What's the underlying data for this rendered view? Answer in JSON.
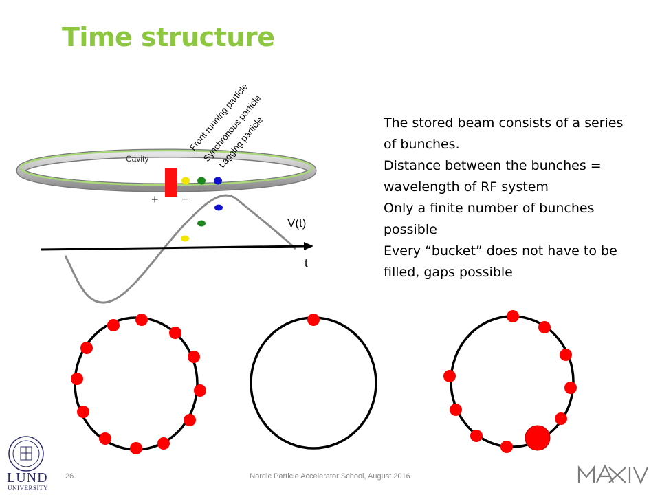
{
  "slide": {
    "title": "Time structure",
    "page_number": "26",
    "footer": "Nordic Particle Accelerator School, August 2016"
  },
  "description": [
    "The stored beam consists of a series of bunches.",
    "Distance between the bunches = wavelength of RF system",
    "Only a finite number of bunches possible",
    "Every “bucket” does not have to be filled, gaps possible"
  ],
  "diagram": {
    "cavity_label": "Cavity",
    "plus": "+",
    "minus": "−",
    "voltage_label": "V(t)",
    "time_label": "t",
    "particles": [
      "Front running particle",
      "Synchronous particle",
      "Lagging particle"
    ]
  },
  "logos": {
    "university_word": "LUND",
    "university_sub": "UNIVERSITY",
    "lab": "MAX IV"
  },
  "colors": {
    "title": "#8dc63f",
    "bunch": "#ff0000",
    "front_particle": "#f2e600",
    "synchronous_particle": "#1e8a1e",
    "lagging_particle": "#1010d0"
  }
}
